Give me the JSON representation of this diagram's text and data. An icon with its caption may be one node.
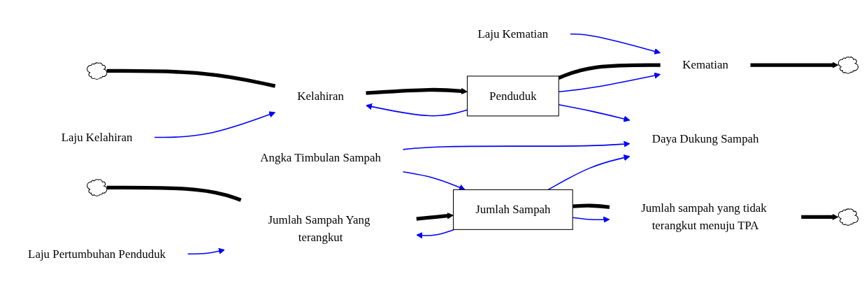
{
  "diagram": {
    "nodes": [
      {
        "text": [
          "Laju Kelahiran"
        ]
      },
      {
        "text": [
          "Laju Kematian"
        ]
      },
      {
        "text": [],
        "shape": "cloud"
      },
      {
        "text": [
          "Kelahiran"
        ]
      },
      {
        "text": [
          "Penduduk"
        ]
      },
      {
        "text": [
          "Kematian"
        ]
      },
      {
        "text": [],
        "shape": "cloud"
      },
      {
        "text": [
          "Daya Dukung Sampah"
        ]
      },
      {
        "text": [
          "Laju Pertumbuhan Penduduk"
        ]
      },
      {
        "text": [
          "Angka Timbulan Sampah"
        ]
      },
      {
        "text": [],
        "shape": "cloud"
      },
      {
        "text": [
          "Jumlah Sampah Yang terangkut"
        ]
      },
      {
        "text": [
          "Jumlah Sampah"
        ]
      },
      {
        "text": [
          "Jumlah sampah yang tidak terangkut menuju TPA"
        ]
      },
      {
        "text": [],
        "shape": "cloud"
      }
    ],
    "edges": [
      {
        "from": 2,
        "to": 3,
        "arrow": "none",
        "style": "thick",
        "color": "#000000"
      },
      {
        "from": 3,
        "to": 4,
        "arrow": "to",
        "style": "thick",
        "color": "#000000"
      },
      {
        "from": 0,
        "to": 3,
        "arrow": "to"
      },
      {
        "from": 4,
        "to": 3,
        "arrow": "to"
      },
      {
        "from": 4,
        "to": 5,
        "arrow": "none",
        "style": "thick",
        "color": "#000000"
      },
      {
        "from": 5,
        "to": 6,
        "arrow": "to",
        "style": "thick",
        "color": "#000000"
      },
      {
        "from": 1,
        "to": 5,
        "arrow": "to"
      },
      {
        "from": 4,
        "to": 5,
        "arrow": "to"
      },
      {
        "from": 4,
        "to": 7,
        "arrow": "to"
      },
      {
        "from": 12,
        "to": 7,
        "arrow": "to"
      },
      {
        "from": 9,
        "to": 7,
        "arrow": "to"
      },
      {
        "from": 9,
        "to": 12,
        "arrow": "to"
      },
      {
        "from": 10,
        "to": 11,
        "arrow": "none",
        "style": "thick",
        "color": "#000000"
      },
      {
        "from": 11,
        "to": 12,
        "arrow": "to",
        "style": "thick",
        "color": "#000000"
      },
      {
        "from": 8,
        "to": 11,
        "arrow": "to"
      },
      {
        "from": 12,
        "to": 11,
        "arrow": "to"
      },
      {
        "from": 12,
        "to": 13,
        "arrow": "none",
        "style": "thick",
        "color": "#000000"
      },
      {
        "from": 13,
        "to": 14,
        "arrow": "to",
        "style": "thick",
        "color": "#000000"
      },
      {
        "from": 12,
        "to": 13,
        "arrow": "to"
      }
    ]
  }
}
